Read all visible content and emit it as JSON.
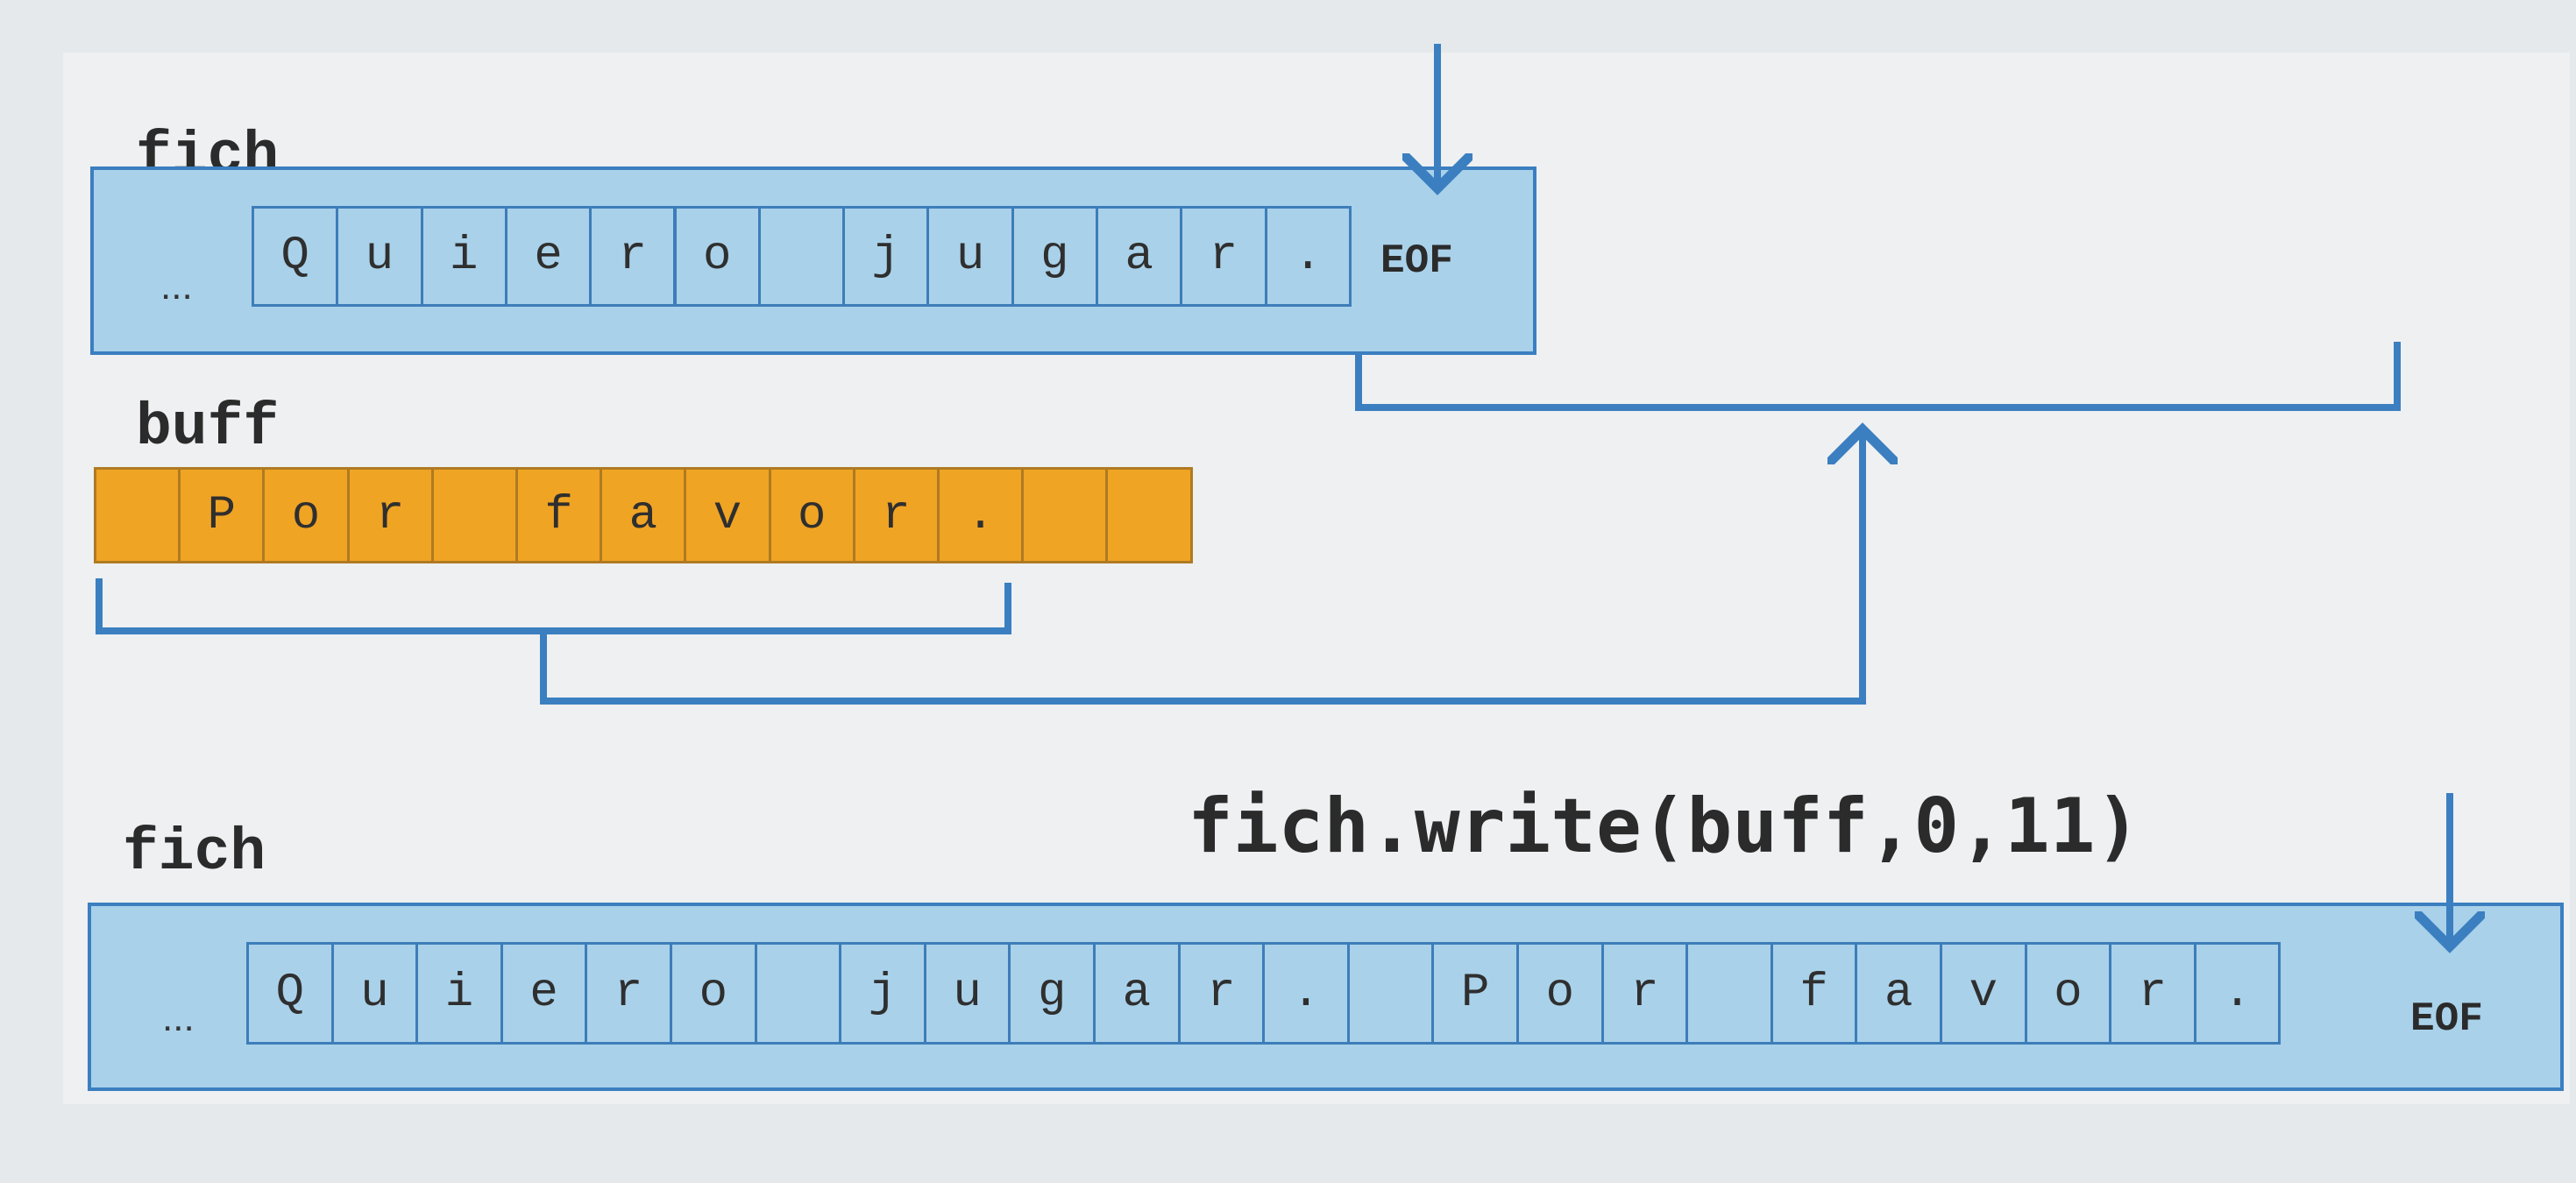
{
  "top_file": {
    "label": "fich",
    "ellipsis": "...",
    "cells": [
      "Q",
      "u",
      "i",
      "e",
      "r",
      "o",
      " ",
      "j",
      "u",
      "g",
      "a",
      "r",
      "."
    ],
    "eof": "EOF"
  },
  "buffer": {
    "label": "buff",
    "cells": [
      " ",
      "P",
      "o",
      "r",
      " ",
      "f",
      "a",
      "v",
      "o",
      "r",
      ".",
      " ",
      " "
    ]
  },
  "bottom_file": {
    "label": "fich",
    "ellipsis": "...",
    "cells": [
      "Q",
      "u",
      "i",
      "e",
      "r",
      "o",
      " ",
      "j",
      "u",
      "g",
      "a",
      "r",
      ".",
      " ",
      "P",
      "o",
      "r",
      " ",
      "f",
      "a",
      "v",
      "o",
      "r",
      "."
    ],
    "eof": "EOF"
  },
  "operation": "fich.write(buff,0,11)",
  "colors": {
    "file_fill": "#a9d1ea",
    "file_stroke": "#3b7fc0",
    "buffer_fill": "#f0a424",
    "connector": "#3b7fc0"
  }
}
